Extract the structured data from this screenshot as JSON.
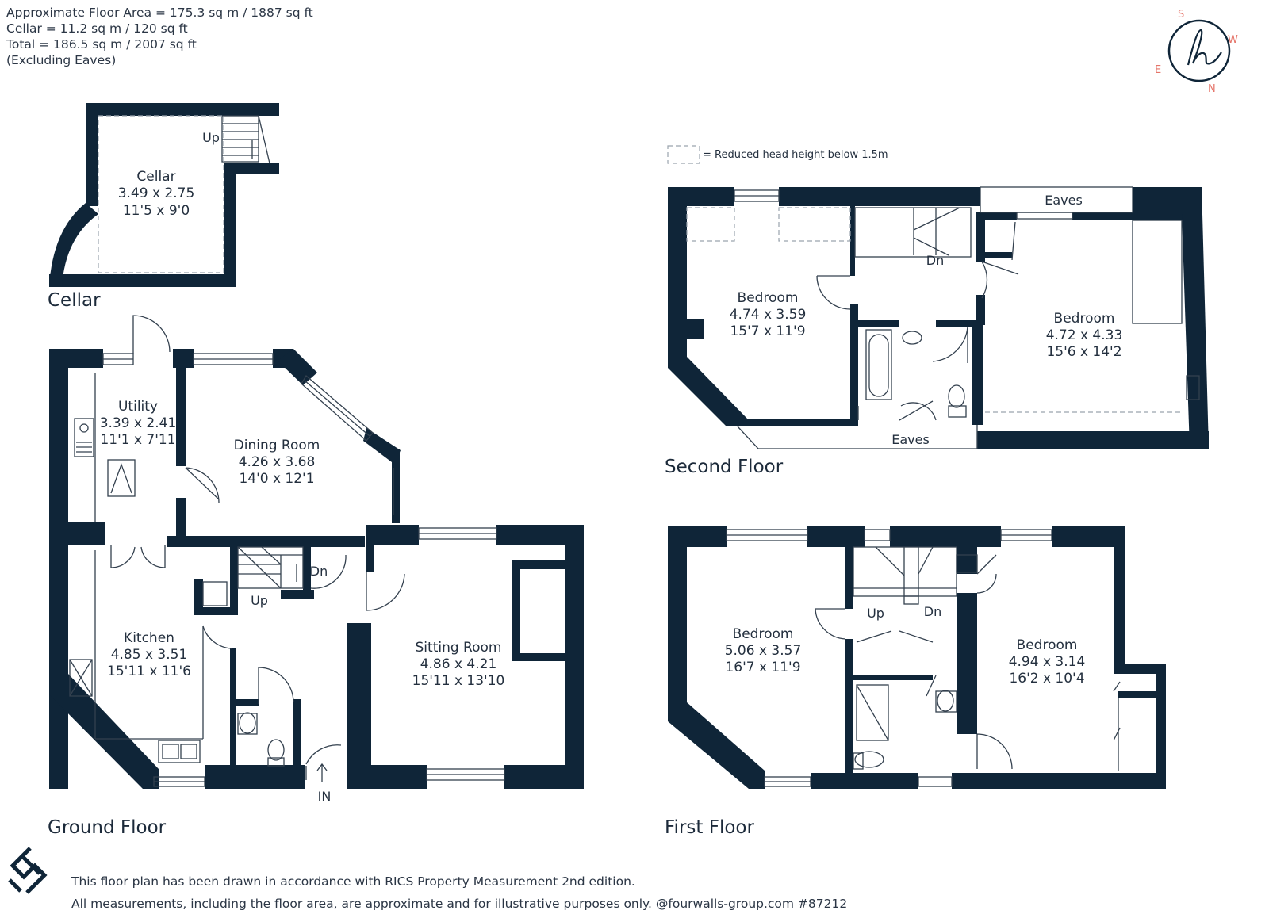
{
  "area_info": {
    "line1": "Approximate Floor Area = 175.3 sq m / 1887 sq ft",
    "line2": "Cellar = 11.2 sq m / 120 sq ft",
    "line3": "Total = 186.5 sq m / 2007 sq ft",
    "line4": "(Excluding Eaves)"
  },
  "compass": {
    "s": "S",
    "w": "W",
    "e": "E",
    "n": "N",
    "logo_icon": "signature-h-logo-icon",
    "accent": "#e5756a"
  },
  "legend": {
    "text": "= Reduced head height below 1.5m"
  },
  "cellar": {
    "title": "Cellar",
    "room": {
      "name": "Cellar",
      "metric": "3.49 x 2.75",
      "imperial": "11'5 x 9'0"
    },
    "up": "Up"
  },
  "ground_floor": {
    "title": "Ground Floor",
    "utility": {
      "name": "Utility",
      "metric": "3.39 x 2.41",
      "imperial": "11'1 x 7'11"
    },
    "dining": {
      "name": "Dining Room",
      "metric": "4.26 x 3.68",
      "imperial": "14'0 x 12'1"
    },
    "kitchen": {
      "name": "Kitchen",
      "metric": "4.85 x 3.51",
      "imperial": "15'11 x 11'6"
    },
    "sitting": {
      "name": "Sitting Room",
      "metric": "4.86 x 4.21",
      "imperial": "15'11 x 13'10"
    },
    "dn": "Dn",
    "up": "Up",
    "entrance": "IN"
  },
  "second_floor": {
    "title": "Second Floor",
    "bedroom_left": {
      "name": "Bedroom",
      "metric": "4.74 x 3.59",
      "imperial": "15'7 x 11'9"
    },
    "bedroom_right": {
      "name": "Bedroom",
      "metric": "4.72 x 4.33",
      "imperial": "15'6 x 14'2"
    },
    "eaves_top": "Eaves",
    "eaves_bottom": "Eaves",
    "dn": "Dn"
  },
  "first_floor": {
    "title": "First Floor",
    "bedroom_left": {
      "name": "Bedroom",
      "metric": "5.06 x 3.57",
      "imperial": "16'7 x 11'9"
    },
    "bedroom_right": {
      "name": "Bedroom",
      "metric": "4.94 x 3.14",
      "imperial": "16'2 x 10'4"
    },
    "up": "Up",
    "dn": "Dn"
  },
  "footer": {
    "line1": "This floor plan has been drawn in accordance with RICS Property Measurement 2nd edition.",
    "line2": "All measurements, including the floor area, are approximate and for illustrative purposes only. @fourwalls-group.com #87212",
    "logo_icon": "fourwalls-logo-icon"
  },
  "colors": {
    "wall": "#0f2538",
    "line": "#34414f",
    "dash": "#9aa3ad"
  }
}
